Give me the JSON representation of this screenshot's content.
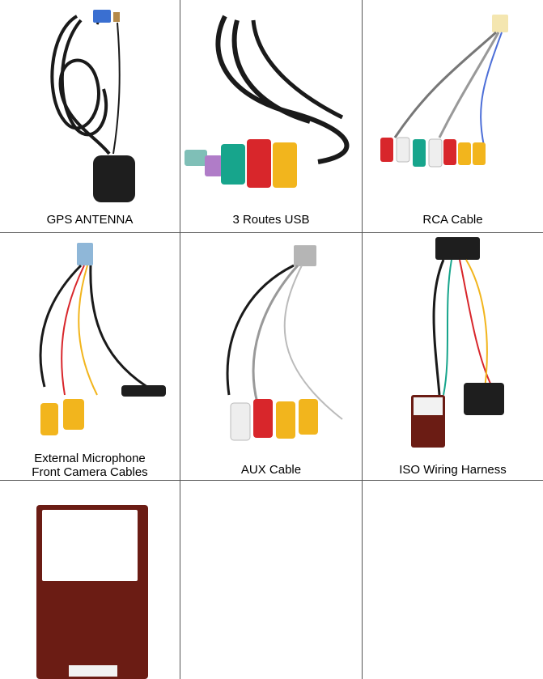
{
  "items": [
    {
      "caption_lines": [
        "GPS ANTENNA"
      ]
    },
    {
      "caption_lines": [
        "3 Routes USB"
      ]
    },
    {
      "caption_lines": [
        "RCA Cable"
      ]
    },
    {
      "caption_lines": [
        "External Microphone",
        "Front Camera Cables"
      ]
    },
    {
      "caption_lines": [
        "AUX Cable"
      ]
    },
    {
      "caption_lines": [
        "ISO Wiring Harness"
      ]
    },
    {
      "caption_lines": []
    },
    {
      "caption_lines": []
    },
    {
      "caption_lines": []
    }
  ],
  "colors": {
    "border": "#555555",
    "cable_black": "#1a1a1a",
    "rca_red": "#d8262b",
    "rca_yellow": "#f2b51d",
    "rca_white": "#eeeeee",
    "usb_teal": "#17a58c",
    "usb_purple": "#b07cc8",
    "box_wood": "#6b1c14"
  }
}
